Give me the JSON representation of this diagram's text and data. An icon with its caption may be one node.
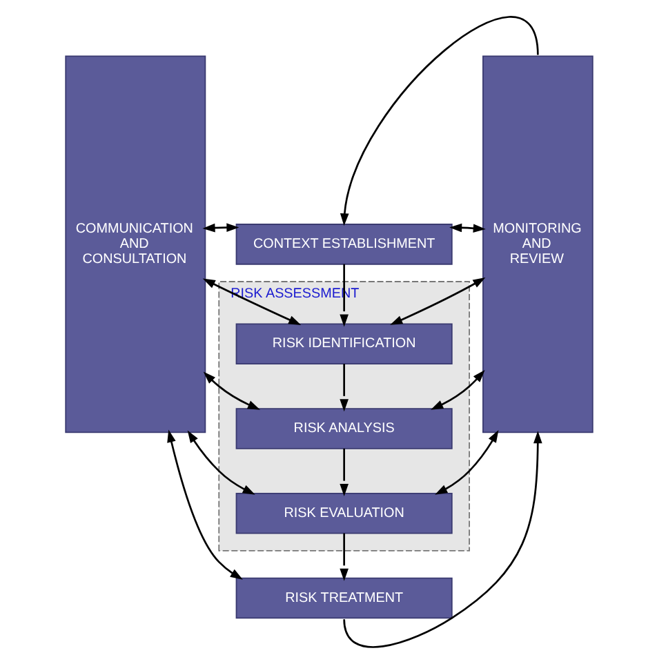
{
  "diagram": {
    "nodes": [
      {
        "text": [
          "COMMUNICATION AND CONSULTATION"
        ]
      },
      {
        "text": [
          "CONTEXT ESTABLISHMENT"
        ]
      },
      {
        "text": [
          "RISK ASSESSMENT"
        ]
      },
      {
        "text": [
          "RISK IDENTIFICATION"
        ],
        "in": 2
      },
      {
        "text": [
          "RISK ANALYSIS"
        ],
        "in": 2
      },
      {
        "text": [
          "RISK EVALUATION"
        ],
        "in": 2
      },
      {
        "text": [
          "RISK TREATMENT"
        ]
      },
      {
        "text": [
          "MONITORING AND REVIEW"
        ]
      }
    ],
    "edges": [
      {
        "from": 0,
        "to": 1,
        "arrow": "both"
      },
      {
        "from": 1,
        "to": 7,
        "arrow": "both"
      },
      {
        "from": 7,
        "to": 1,
        "arrow": "to"
      },
      {
        "from": 1,
        "to": 3,
        "arrow": "to"
      },
      {
        "from": 0,
        "to": 3,
        "arrow": "both"
      },
      {
        "from": 3,
        "to": 7,
        "arrow": "both"
      },
      {
        "from": 3,
        "to": 4,
        "arrow": "to"
      },
      {
        "from": 0,
        "to": 4,
        "arrow": "both"
      },
      {
        "from": 4,
        "to": 7,
        "arrow": "both"
      },
      {
        "from": 4,
        "to": 5,
        "arrow": "to"
      },
      {
        "from": 0,
        "to": 5,
        "arrow": "both"
      },
      {
        "from": 5,
        "to": 7,
        "arrow": "both"
      },
      {
        "from": 5,
        "to": 6,
        "arrow": "to"
      },
      {
        "from": 0,
        "to": 6,
        "arrow": "both"
      },
      {
        "from": 6,
        "to": 7,
        "arrow": "to"
      }
    ]
  }
}
